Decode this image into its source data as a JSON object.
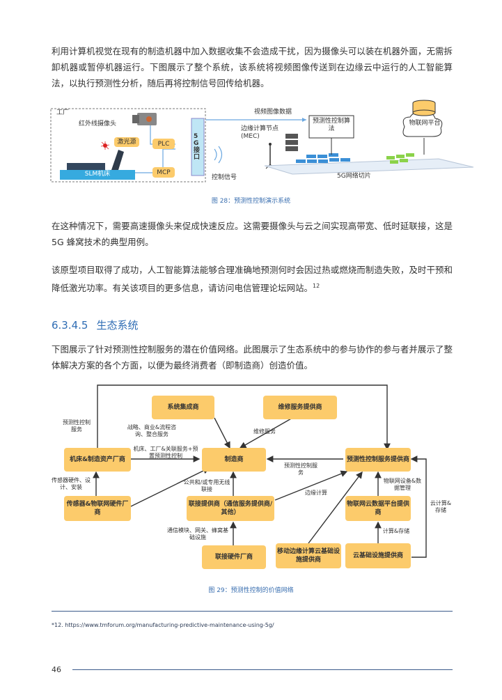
{
  "para1": "利用计算机视觉在现有的制造机器中加入数据收集不会造成干扰，因为摄像头可以装在机器外面，无需拆卸机器或暂停机器运行。下图展示了整个系统，该系统将视频图像传送到在边缘云中运行的人工智能算法，以执行预测性分析，随后再将控制信号回传给机器。",
  "fig28": {
    "factory": "工厂",
    "camera": "红外线摄像头",
    "laser": "激光源",
    "plc": "PLC",
    "mcp": "MCP",
    "slm": "SLM机床",
    "interface": "5G接口",
    "video_data": "视频图像数据",
    "edge_node": "边缘计算节点(MEC)",
    "algorithm": "预测性控制算法",
    "iot_platform": "物联网平台",
    "control_signal": "控制信号",
    "slicing": "5G网络切片",
    "caption": "图 28：预测性控制演示系统"
  },
  "para2": "在这种情况下，需要高速摄像头来促成快速反应。这需要摄像头与云之间实现高带宽、低时延联接，这是 5G 蜂窝技术的典型用例。",
  "para3": "该原型项目取得了成功，人工智能算法能够合理准确地预测何时会因过热或燃烧而制造失败，及时干预和降低激光功率。有关该项目的更多信息，请访问电信管理论坛网站。",
  "para3_ref": "12",
  "section": {
    "number": "6.3.4.5",
    "title": "生态系统"
  },
  "para4": "下图展示了针对预测性控制服务的潜在价值网络。此图展示了生态系统中的参与协作的参与者并展示了整体解决方案的各个方面，以便为最终消费者（即制造商）创造价值。",
  "fig29": {
    "boxes": {
      "integrator": "系统集成商",
      "maintenance": "维修服务提供商",
      "machine": "机床&制造资产厂商",
      "manufacturer": "制造商",
      "pc_provider": "预测性控制服务提供商",
      "sensor": "传感器&物联网硬件厂商",
      "connect": "联接提供商（通信服务提供商/其他）",
      "iot_data": "物联网云数据平台提供商",
      "conn_hw": "联接硬件厂商",
      "edge_cloud": "移动边缘计算云基础设施提供商",
      "cloud_infra": "云基础设施提供商"
    },
    "labels": {
      "pc_service_left": "预测性控制服务",
      "strategy": "战略、商业&流程咨询、整合服务",
      "maint_service": "维修服务",
      "machine_service": "机床、工厂&关联服务+预置预测性控制",
      "pc_service_mid": "预测性控制服务",
      "sensor_hw": "传感器硬件、设计、安装",
      "network": "公共和/或专用无线联接",
      "edge_compute": "边缘计算",
      "iot_device": "物联网设备&数据管理",
      "cloud_compute": "云计算&存储",
      "modules": "通信模块、网关、蜂窝基础设施",
      "compute_storage": "计算&存储"
    },
    "caption": "图 29：预测性控制的价值网络"
  },
  "footnote": "*12.   https://www.tmforum.org/manufacturing-predictive-maintenance-using-5g/",
  "page_number": "46",
  "colors": {
    "accent": "#2f6db4",
    "box": "#fccb6b",
    "arrow": "#333333"
  }
}
